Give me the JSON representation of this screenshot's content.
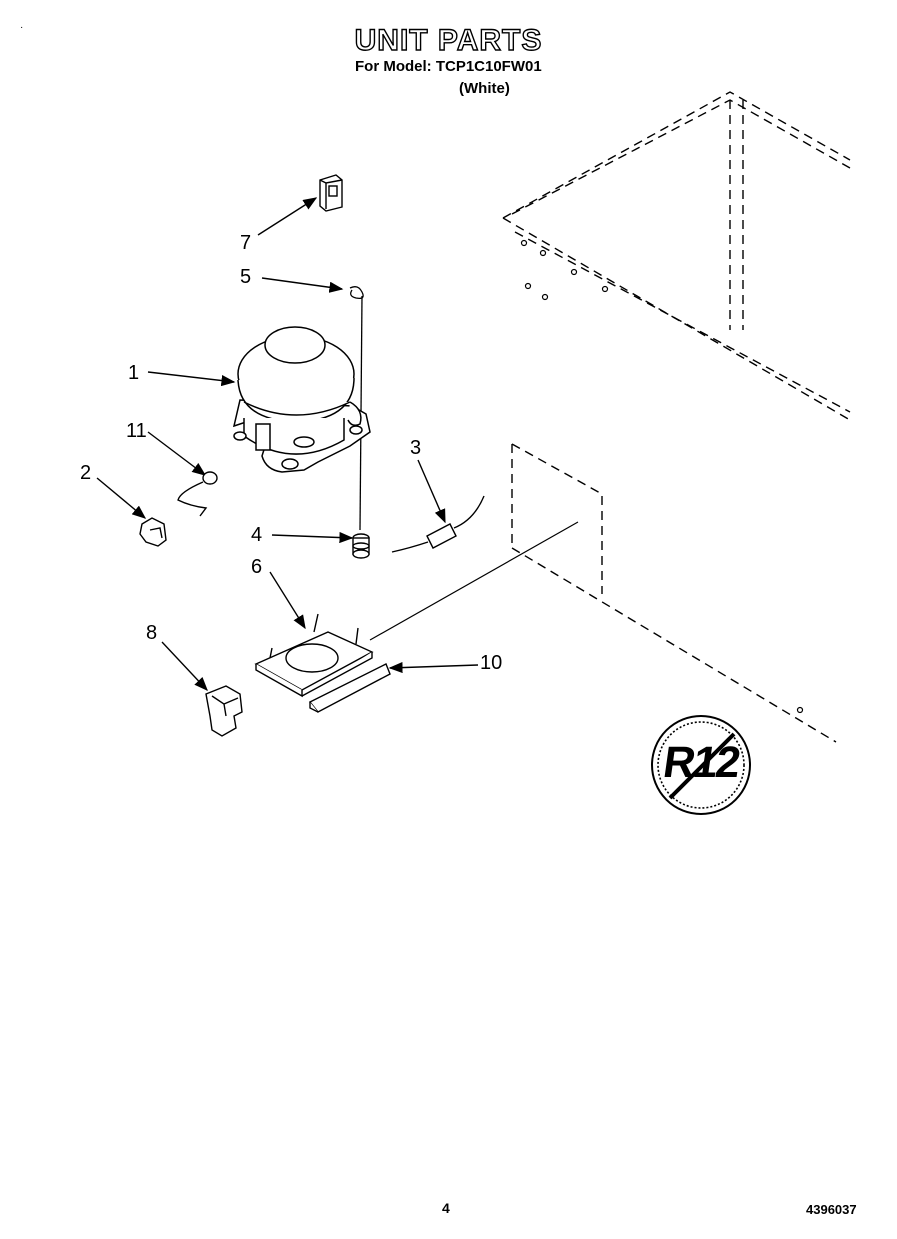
{
  "header": {
    "title": "UNIT PARTS",
    "model_line": "For Model: TCP1C10FW01",
    "color_line": "(White)"
  },
  "callouts": [
    "7",
    "5",
    "1",
    "11",
    "2",
    "3",
    "4",
    "6",
    "8",
    "10"
  ],
  "badge": {
    "text": "R12"
  },
  "footer": {
    "page_number": "4",
    "document_number": "4396037"
  }
}
